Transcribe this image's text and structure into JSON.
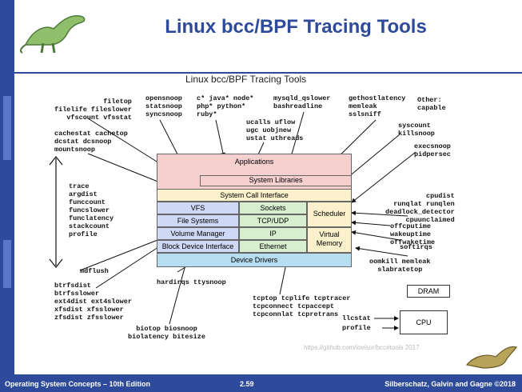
{
  "slide": {
    "title": "Linux bcc/BPF Tracing Tools",
    "subtitle": "Linux bcc/BPF Tracing Tools",
    "footer_left": "Operating System Concepts – 10th Edition",
    "footer_center": "2.59",
    "footer_right": "Silberschatz, Galvin and Gagne ©2018",
    "source": "https://github.com/iovisor/bcc#tools 2017"
  },
  "layers": {
    "applications": "Applications",
    "system_libraries": "System Libraries",
    "syscall": "System Call Interface",
    "vfs": "VFS",
    "sockets": "Sockets",
    "scheduler": "Scheduler",
    "file_systems": "File Systems",
    "tcp_udp": "TCP/UDP",
    "volume_manager": "Volume Manager",
    "ip": "IP",
    "virtual_memory": "Virtual\nMemory",
    "block_device": "Block Device Interface",
    "ethernet": "Ethernet",
    "device_drivers": "Device Drivers",
    "dram": "DRAM",
    "cpu": "CPU"
  },
  "tools": {
    "filetop": "filetop\nfilelife fileslower\nvfscount vfsstat",
    "opensnoop": "opensnoop\nstatsnoop\nsyncsnoop",
    "langs": "c* java* node*\nphp* python*\nruby*",
    "mysqld": "mysqld_qslower\nbashreadline",
    "gethost": "gethostlatency\nmemleak\nsslsniff",
    "other": "Other:\ncapable",
    "cachestat": "cachestat cachetop\ndcstat dcsnoop\nmountsnoop",
    "ucalls": "ucalls uflow\nugc uobjnew\nustat uthreads",
    "syscount": "syscount\nkillsnoop",
    "execsnoop": "execsnoop\npidpersec",
    "trace": "trace\nargdist\nfunccount\nfuncslower\nfunclatency\nstackcount\nprofile",
    "cpudist": "cpudist\nrunqlat runqlen\ndeadlock_detector\ncpuunclaimed",
    "offcpu": "offcputime\nwakeuptime\noffwaketime",
    "softirqs": "softirqs",
    "mdflush": "mdflush",
    "oomkill": "oomkill memleak\nslabratetop",
    "btrfs": "btrfsdist\nbtrfsslower\next4dist ext4slower\nxfsdist xfsslower\nzfsdist zfsslower",
    "hardirqs": "hardirqs ttysnoop",
    "tcptop": "tcptop tcplife tcptracer\ntcpconnect tcpaccept\ntcpconnlat tcpretrans",
    "biotop": "biotop biosnoop\nbiolatency bitesize",
    "llcstat": "llcstat",
    "profile": "profile"
  }
}
